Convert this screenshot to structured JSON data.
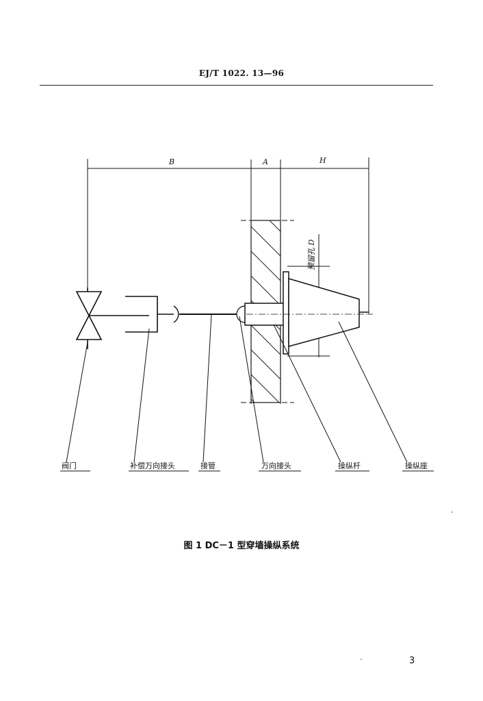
{
  "header": {
    "standard_no": "EJ/T 1022. 13—96"
  },
  "figure": {
    "dimensions": {
      "b": "B",
      "a": "A",
      "h": "H",
      "reserved_hole": "预留孔 D"
    },
    "callouts": {
      "valve": "阀门",
      "compensating_joint": "补偿万向接头",
      "connecting_pipe": "接管",
      "universal_joint": "万向接头",
      "operating_rod": "操纵杆",
      "operating_base": "操纵座"
    },
    "caption": "图 1   DC－1 型穿墙操纵系统"
  },
  "page_number": "3"
}
